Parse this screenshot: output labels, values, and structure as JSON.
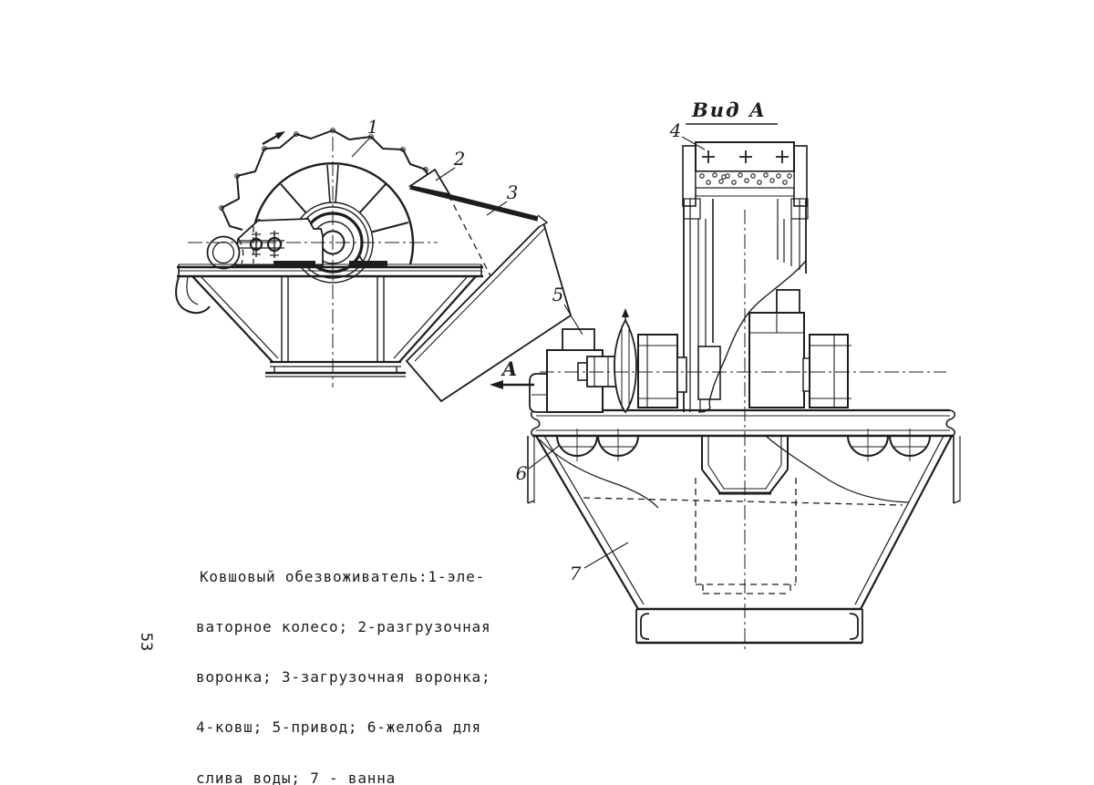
{
  "page": {
    "number": "53"
  },
  "colors": {
    "ink": "#1d1d1d",
    "paper": "#ffffff"
  },
  "caption": {
    "lines": [
      "Ковшовый обезвоживатель:1-эле-",
      "ваторное колесо; 2-разгрузочная",
      "воронка; 3-загрузочная воронка;",
      "4-ковш; 5-привод; 6-желоба для",
      "слива воды; 7 - ванна"
    ]
  },
  "views": {
    "side": {
      "labels": {
        "wheel": "1",
        "discharge_funnel": "2",
        "loading_funnel": "3"
      }
    },
    "front": {
      "title": "Вид А",
      "direction_label": "A",
      "labels": {
        "bucket": "4",
        "drive": "5",
        "troughs": "6",
        "bath": "7"
      }
    }
  }
}
